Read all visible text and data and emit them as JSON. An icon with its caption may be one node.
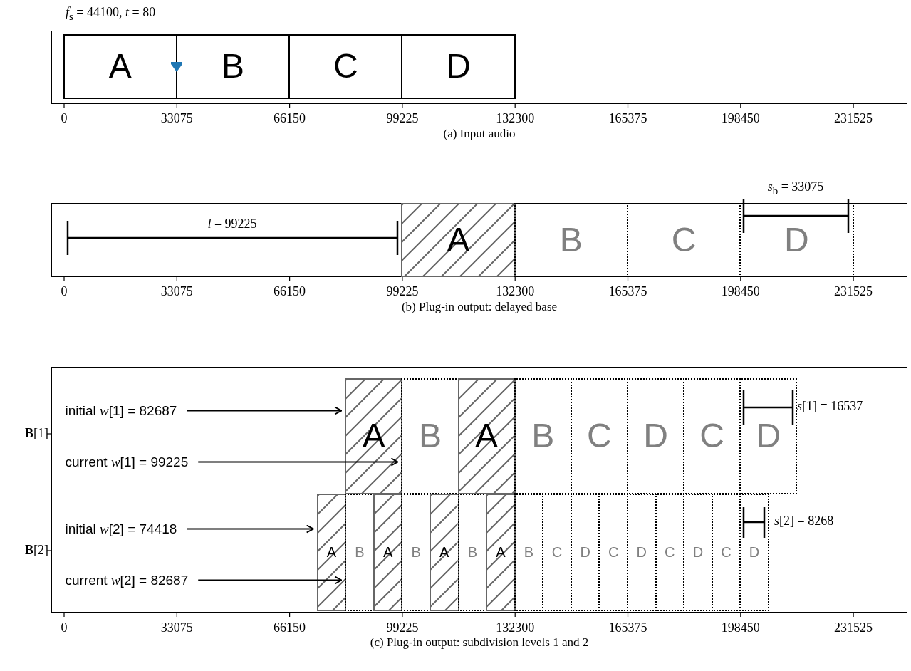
{
  "diagram": {
    "nodes": [
      {
        "text": [],
        "shape": "box",
        "beside": [
          "(a) Input audio"
        ]
      },
      {
        "text": [
          "A"
        ],
        "in": 0
      },
      {
        "text": [
          "B"
        ],
        "in": 0
      },
      {
        "text": [
          "C"
        ],
        "in": 0
      },
      {
        "text": [
          "D"
        ],
        "in": 0
      },
      {
        "text": [],
        "shape": "box",
        "beside": [
          "(b) Plug-in output: delayed base"
        ]
      },
      {
        "text": [
          "A"
        ],
        "in": 5
      },
      {
        "text": [
          "B"
        ],
        "in": 5
      },
      {
        "text": [
          "C"
        ],
        "in": 5
      },
      {
        "text": [
          "D"
        ],
        "in": 5
      },
      {
        "text": [],
        "shape": "box",
        "beside": [
          "(c) Plug-in output: subdivision levels 1 and 2"
        ]
      },
      {
        "text": [
          "initial *w*[1] = 82687"
        ],
        "in": 10
      },
      {
        "text": [
          "current *w*[1] = 99225"
        ],
        "in": 10
      },
      {
        "text": [
          "initial *w*[2] = 74418"
        ],
        "in": 10
      },
      {
        "text": [
          "current *w*[2] = 82687"
        ],
        "in": 10
      },
      {
        "text": [
          "A"
        ],
        "in": 10
      },
      {
        "text": [
          "B"
        ],
        "in": 10
      },
      {
        "text": [
          "A"
        ],
        "in": 10
      },
      {
        "text": [
          "B"
        ],
        "in": 10
      },
      {
        "text": [
          "C"
        ],
        "in": 10
      },
      {
        "text": [
          "D"
        ],
        "in": 10
      },
      {
        "text": [
          "C"
        ],
        "in": 10
      },
      {
        "text": [
          "D"
        ],
        "in": 10
      },
      {
        "text": [
          "A"
        ],
        "in": 10
      },
      {
        "text": [
          "B"
        ],
        "in": 10
      },
      {
        "text": [
          "A"
        ],
        "in": 10
      },
      {
        "text": [
          "B"
        ],
        "in": 10
      },
      {
        "text": [
          "A"
        ],
        "in": 10
      },
      {
        "text": [
          "B"
        ],
        "in": 10
      },
      {
        "text": [
          "A"
        ],
        "in": 10
      },
      {
        "text": [
          "B"
        ],
        "in": 10
      },
      {
        "text": [
          "C"
        ],
        "in": 10
      },
      {
        "text": [
          "D"
        ],
        "in": 10
      },
      {
        "text": [
          "C"
        ],
        "in": 10
      },
      {
        "text": [
          "D"
        ],
        "in": 10
      },
      {
        "text": [
          "C"
        ],
        "in": 10
      },
      {
        "text": [
          "D"
        ],
        "in": 10
      },
      {
        "text": [
          "C"
        ],
        "in": 10
      },
      {
        "text": [
          "D"
        ],
        "in": 10
      }
    ],
    "edges": [
      {
        "from": 11,
        "to": 15,
        "arrow": "to"
      },
      {
        "from": 12,
        "to": 15,
        "arrow": "to"
      },
      {
        "from": 13,
        "to": 23,
        "arrow": "to"
      },
      {
        "from": 14,
        "to": 23,
        "arrow": "to"
      }
    ],
    "labels": [
      "*f*$_{s}$ = 44100, *t* = 80",
      "0",
      "33075",
      "66150",
      "99225",
      "132300",
      "165375",
      "198450",
      "231525",
      "*s*$_{b}$ = 33075",
      "*l* = 99225",
      "0",
      "33075",
      "66150",
      "99225",
      "132300",
      "165375",
      "198450",
      "231525",
      "*s*[1] = 16537",
      "**B**[1]",
      "*s*[2] = 8268",
      "**B**[2]",
      "0",
      "33075",
      "66150",
      "99225",
      "132300",
      "165375",
      "198450",
      "231525"
    ]
  }
}
